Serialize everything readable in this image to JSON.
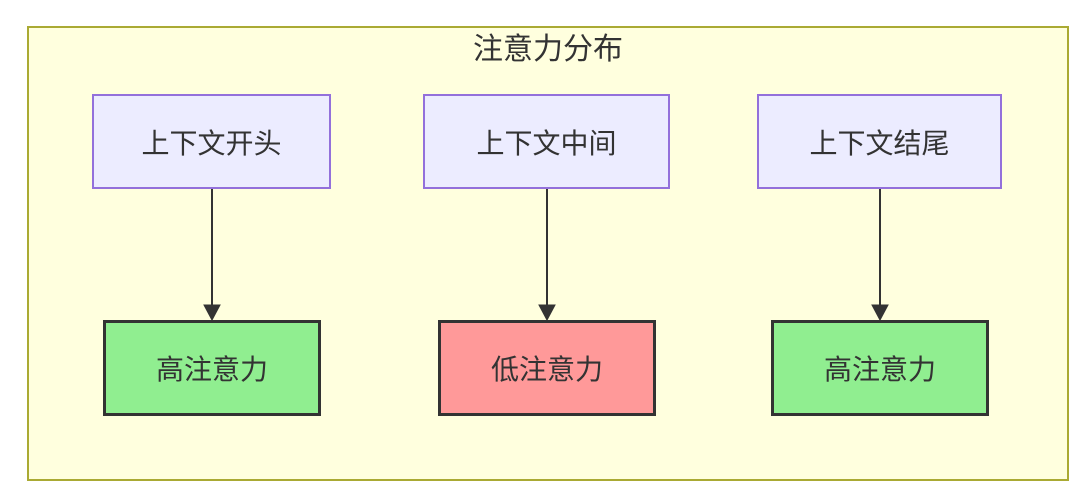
{
  "diagram": {
    "title": "注意力分布",
    "flows": [
      {
        "source": {
          "label": "上下文开头"
        },
        "target": {
          "label": "高注意力",
          "level": "high"
        }
      },
      {
        "source": {
          "label": "上下文中间"
        },
        "target": {
          "label": "低注意力",
          "level": "low"
        }
      },
      {
        "source": {
          "label": "上下文结尾"
        },
        "target": {
          "label": "高注意力",
          "level": "high"
        }
      }
    ],
    "colors": {
      "container_fill": "#FFFFDE",
      "container_border": "#AAAA33",
      "context_node_fill": "#ECECFF",
      "context_node_border": "#9370DB",
      "high_attention_fill": "#90EE90",
      "low_attention_fill": "#FF9999",
      "attention_node_border": "#333333",
      "text": "#333333",
      "arrow": "#333333"
    }
  }
}
